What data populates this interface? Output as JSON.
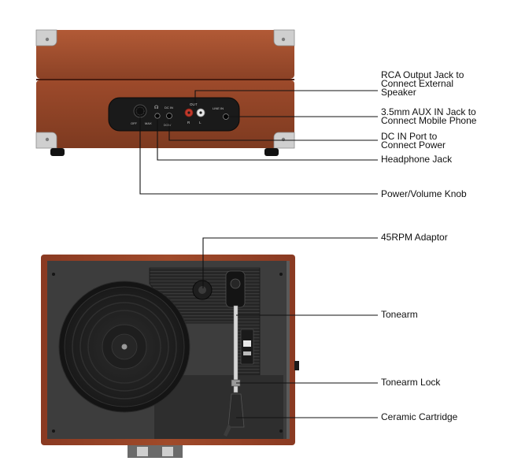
{
  "colors": {
    "case_brown": "#9a4a2c",
    "panel_black": "#1a1a1a",
    "deck_gray": "#3d3d3d",
    "chrome": "#d0d0d0",
    "rca_red": "#c0392b"
  },
  "panel_markings": {
    "out": "OUT",
    "right": "R",
    "left": "L",
    "line_in": "LINE IN",
    "dc_in": "DC IN",
    "max": "MAX",
    "off": "OFF",
    "dc_spec": "DC5V"
  },
  "callouts": [
    {
      "id": "rca-output",
      "lines": [
        "RCA Output Jack to",
        "Connect External",
        "Speaker"
      ]
    },
    {
      "id": "aux-in",
      "lines": [
        "3.5mm AUX IN Jack to",
        "Connect Mobile Phone"
      ]
    },
    {
      "id": "dc-in",
      "lines": [
        "DC IN Port to",
        "Connect Power"
      ]
    },
    {
      "id": "headphone",
      "lines": [
        "Headphone Jack"
      ]
    },
    {
      "id": "power-volume",
      "lines": [
        "Power/Volume Knob"
      ]
    },
    {
      "id": "adaptor-45",
      "lines": [
        "45RPM Adaptor"
      ]
    },
    {
      "id": "tonearm",
      "lines": [
        "Tonearm"
      ]
    },
    {
      "id": "tonearm-lock",
      "lines": [
        "Tonearm Lock"
      ]
    },
    {
      "id": "cartridge",
      "lines": [
        "Ceramic Cartridge"
      ]
    }
  ]
}
